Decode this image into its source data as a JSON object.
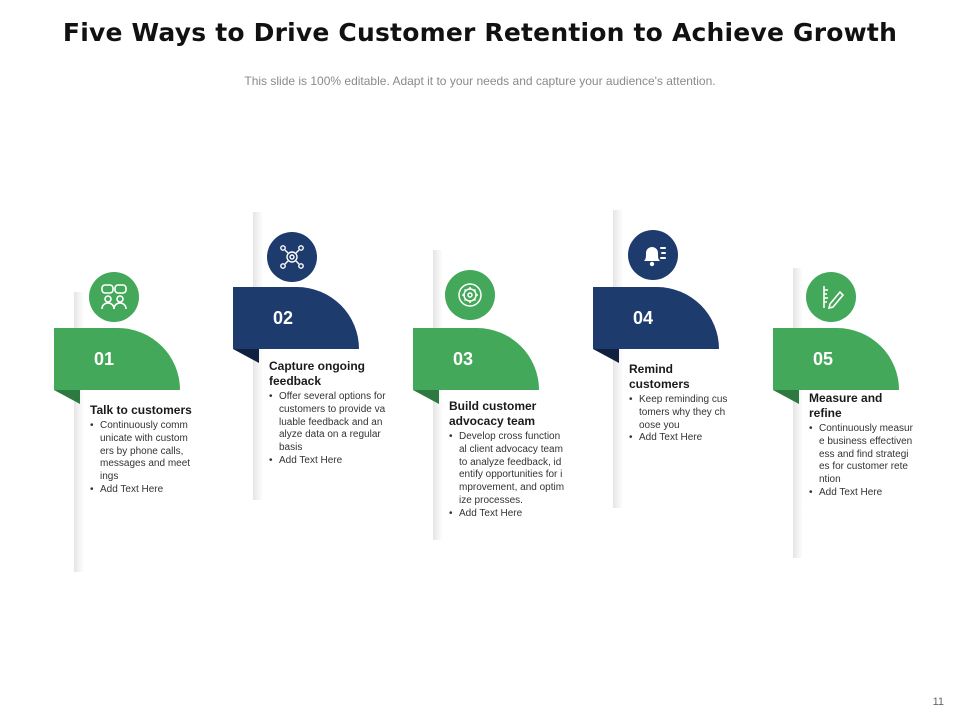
{
  "title": "Five Ways to Drive Customer Retention to Achieve Growth",
  "subtitle": "This slide is 100% editable. Adapt it to your needs and capture your audience's attention.",
  "page_number": "11",
  "colors": {
    "green": "#43a85a",
    "green_dark": "#2d7a40",
    "navy": "#1e3b6e",
    "navy_dark": "#0f213f"
  },
  "steps": [
    {
      "number": "01",
      "icon": "people-chat-icon",
      "heading": "Talk to customers",
      "bullets": [
        "Continuously communicate with customers by phone calls, messages and meetings",
        "Add Text Here"
      ]
    },
    {
      "number": "02",
      "icon": "feedback-network-icon",
      "heading": "Capture ongoing feedback",
      "bullets": [
        "Offer several options for customers to provide valuable feedback and analyze data on a regular basis",
        "Add Text Here"
      ]
    },
    {
      "number": "03",
      "icon": "gear-cycle-icon",
      "heading": "Build customer advocacy team",
      "bullets": [
        "Develop cross functional client advocacy team to analyze feedback, identify opportunities for improvement, and optimize processes.",
        "Add Text Here"
      ]
    },
    {
      "number": "04",
      "icon": "bell-notification-icon",
      "heading": "Remind customers",
      "bullets": [
        "Keep reminding customers why they choose you",
        "Add Text Here"
      ]
    },
    {
      "number": "05",
      "icon": "ruler-pencil-icon",
      "heading": "Measure and refine",
      "bullets": [
        "Continuously measure business effectiveness and find strategies for customer retention",
        "Add Text Here"
      ]
    }
  ]
}
